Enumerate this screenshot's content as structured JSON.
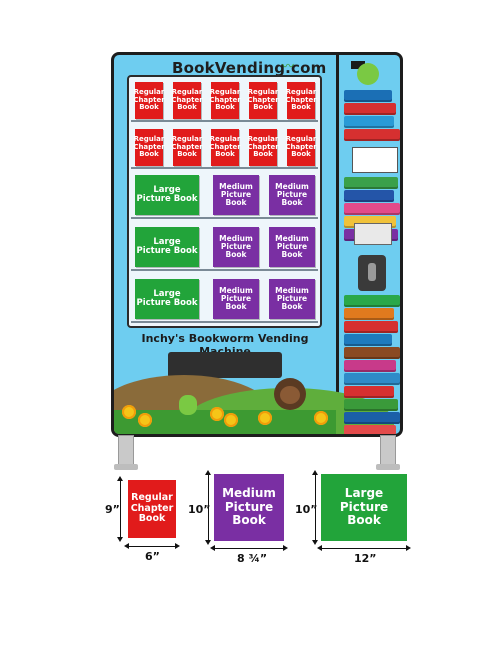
{
  "machine": {
    "brand": "BookVending.com",
    "title": "Inchy's Bookworm Vending Machine",
    "rows": [
      {
        "kind": "red",
        "label": "Regular Chapter Book",
        "count": 5
      },
      {
        "kind": "red",
        "label": "Regular Chapter Book",
        "count": 5
      },
      {
        "kind": "mixed",
        "green_label": "Large Picture Book",
        "purple_label": "Medium Picture Book"
      },
      {
        "kind": "mixed",
        "green_label": "Large Picture Book",
        "purple_label": "Medium Picture Book"
      },
      {
        "kind": "mixed",
        "green_label": "Large Picture Book",
        "purple_label": "Medium Picture Book"
      }
    ]
  },
  "legend": {
    "regular": {
      "label": "Regular Chapter Book",
      "height": "9”",
      "width": "6”"
    },
    "medium": {
      "label": "Medium Picture Book",
      "height": "10”",
      "width": "8 ¾”"
    },
    "large": {
      "label": "Large Picture Book",
      "height": "10”",
      "width": "12”"
    }
  },
  "colors": {
    "red": "#e11b1b",
    "green": "#22a43a",
    "purple": "#7a2fa3",
    "sky": "#6ecdf0"
  }
}
